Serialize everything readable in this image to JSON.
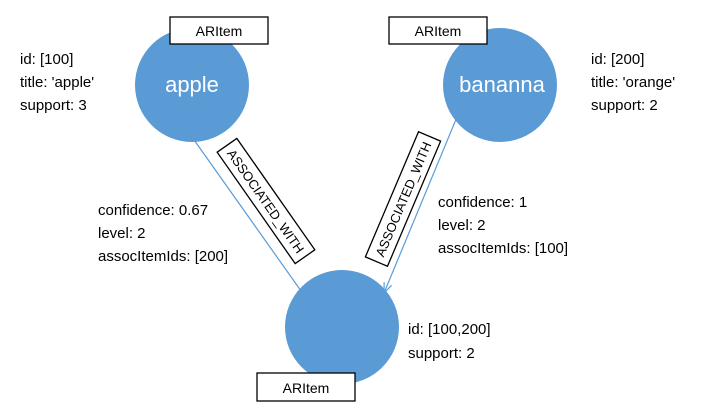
{
  "nodes": {
    "apple": {
      "label": "apple",
      "type_label": "ARItem",
      "properties": [
        "id: [100]",
        "title: 'apple'",
        "support: 3"
      ]
    },
    "banana": {
      "label": "bananna",
      "type_label": "ARItem",
      "properties": [
        "id: [200]",
        "title: 'orange'",
        "support: 2"
      ]
    },
    "combined": {
      "label": "",
      "type_label": "ARItem",
      "properties": [
        "id: [100,200]",
        "support: 2"
      ]
    }
  },
  "edges": {
    "left": {
      "label": "ASSOCIATED_WITH",
      "properties": [
        "confidence: 0.67",
        "level: 2",
        "assocItemIds: [200]"
      ]
    },
    "right": {
      "label": "ASSOCIATED_WITH",
      "properties": [
        "confidence: 1",
        "level: 2",
        "assocItemIds: [100]"
      ]
    }
  },
  "colors": {
    "node_fill": "#5b9bd5",
    "edge_stroke": "#5b9bd5",
    "label_box_border": "#000000"
  }
}
